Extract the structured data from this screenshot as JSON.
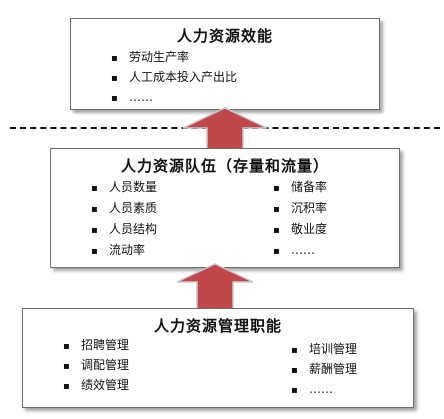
{
  "top_box": {
    "title": "人力资源效能",
    "items": [
      "劳动生产率",
      "人工成本投入产出比",
      "……"
    ]
  },
  "middle_box": {
    "title": "人力资源队伍（存量和流量）",
    "left_items": [
      "人员数量",
      "人员素质",
      "人员结构",
      "流动率"
    ],
    "right_items": [
      "储备率",
      "沉积率",
      "敬业度",
      "……"
    ]
  },
  "bottom_box": {
    "title": "人力资源管理职能",
    "left_items": [
      "招聘管理",
      "调配管理",
      "绩效管理"
    ],
    "right_items": [
      "培训管理",
      "薪酬管理",
      "……"
    ]
  },
  "bullet_symbol": "▪",
  "colors": {
    "arrow_fill": "#c0474a",
    "arrow_border": "#c9c9c9",
    "box_border": "#6e6e6e",
    "dash_line": "#111111"
  }
}
